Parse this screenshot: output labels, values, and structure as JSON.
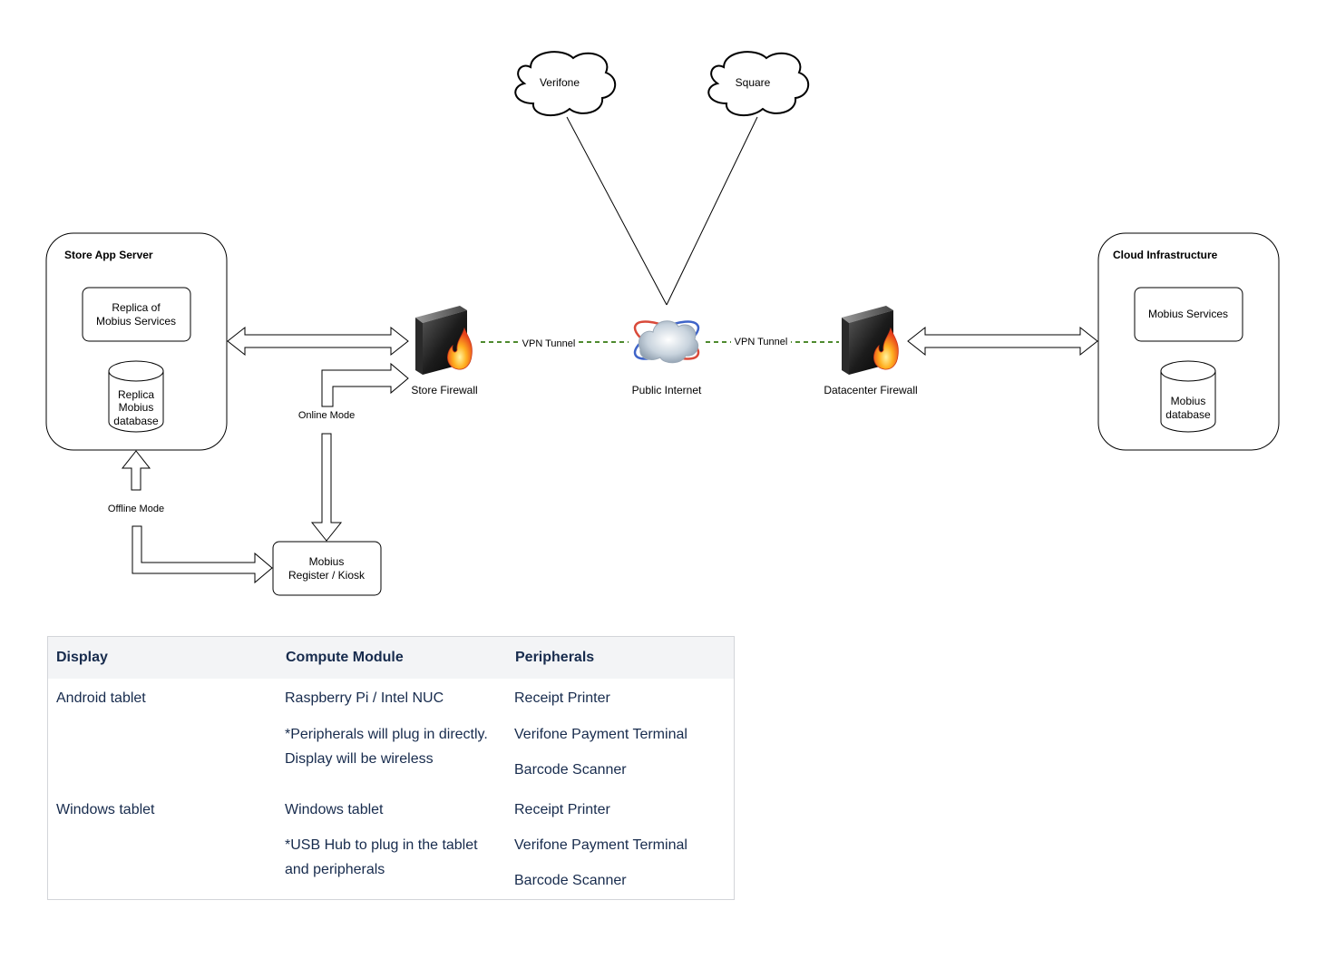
{
  "diagram": {
    "store_app_server": {
      "title": "Store App Server",
      "replica_services": [
        "Replica of",
        "Mobius Services"
      ],
      "replica_db": [
        "Replica",
        "Mobius",
        "database"
      ]
    },
    "cloud_infrastructure": {
      "title": "Cloud Infrastructure",
      "services": "Mobius Services",
      "db": [
        "Mobius",
        "database"
      ]
    },
    "store_firewall": "Store Firewall",
    "datacenter_firewall": "Datacenter Firewall",
    "public_internet": "Public Internet",
    "vpn_left": "VPN Tunnel",
    "vpn_right": "VPN Tunnel",
    "verifone": "Verifone",
    "square": "Square",
    "online_mode": "Online Mode",
    "offline_mode": "Offline Mode",
    "register": [
      "Mobius",
      "Register / Kiosk"
    ],
    "colors": {
      "vpn_line": "#4e8a2e",
      "firewall_flame": "#f26b1d",
      "box_stroke": "#000000"
    }
  },
  "table": {
    "headers": [
      "Display",
      "Compute Module",
      "Peripherals"
    ],
    "rows": [
      {
        "display": "Android tablet",
        "compute": [
          "Raspberry Pi / Intel NUC",
          "*Peripherals will plug in directly.",
          "Display will be wireless"
        ],
        "peripherals": [
          "Receipt Printer",
          "Verifone Payment Terminal",
          "Barcode Scanner"
        ]
      },
      {
        "display": "Windows tablet",
        "compute": [
          "Windows tablet",
          "*USB Hub to plug in the tablet",
          "and peripherals"
        ],
        "peripherals": [
          "Receipt Printer",
          "Verifone Payment Terminal",
          "Barcode Scanner"
        ]
      }
    ],
    "colors": {
      "header_bg": "#f3f4f6",
      "text": "#172b4d",
      "border": "#d3d5d9"
    }
  }
}
